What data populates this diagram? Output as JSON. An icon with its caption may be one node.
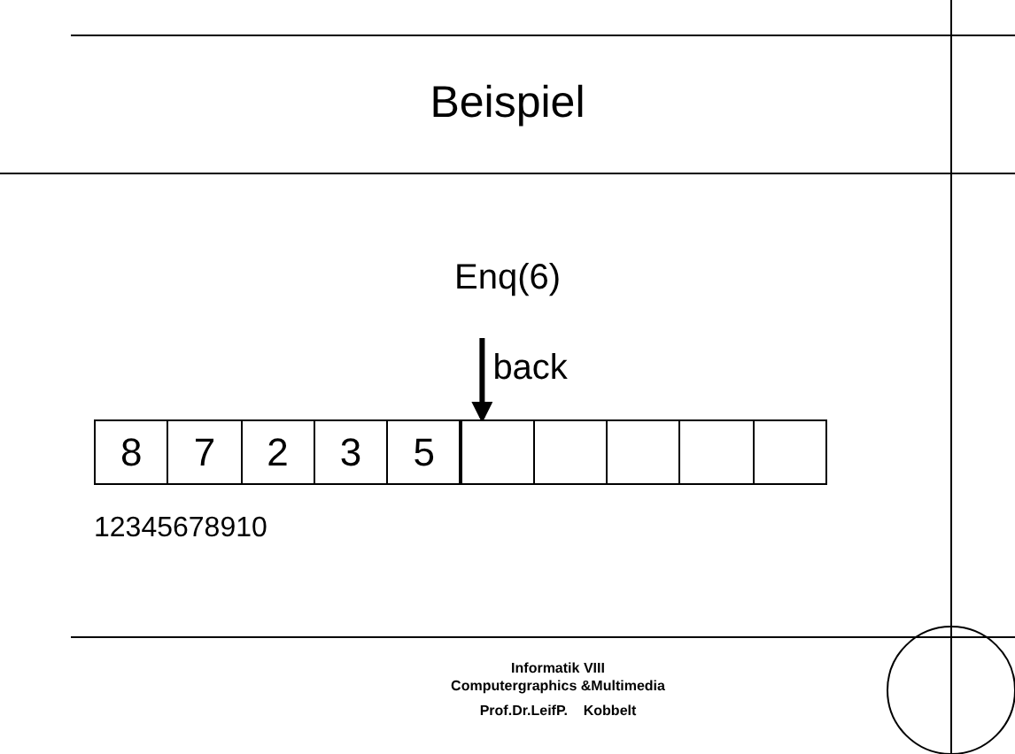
{
  "diagram": {
    "title": "Beispiel",
    "nodes": [
      {
        "text": [
          "8"
        ]
      },
      {
        "text": [
          "7"
        ]
      },
      {
        "text": [
          "2"
        ]
      },
      {
        "text": [
          "3"
        ]
      },
      {
        "text": [
          "5"
        ]
      },
      {
        "text": [],
        "shape": "box"
      },
      {
        "text": [],
        "shape": "box"
      },
      {
        "text": [],
        "shape": "box"
      },
      {
        "text": [],
        "shape": "box"
      },
      {
        "text": [],
        "shape": "box"
      }
    ],
    "edges": [
      {
        "from": null,
        "to": 5,
        "arrow": "to",
        "label": "back"
      }
    ],
    "labels": [
      "Enq(6)",
      "12345678910",
      "Informatik VIII",
      "Computergraphics &Multimedia",
      "Prof.Dr.LeifP.    Kobbelt"
    ]
  }
}
